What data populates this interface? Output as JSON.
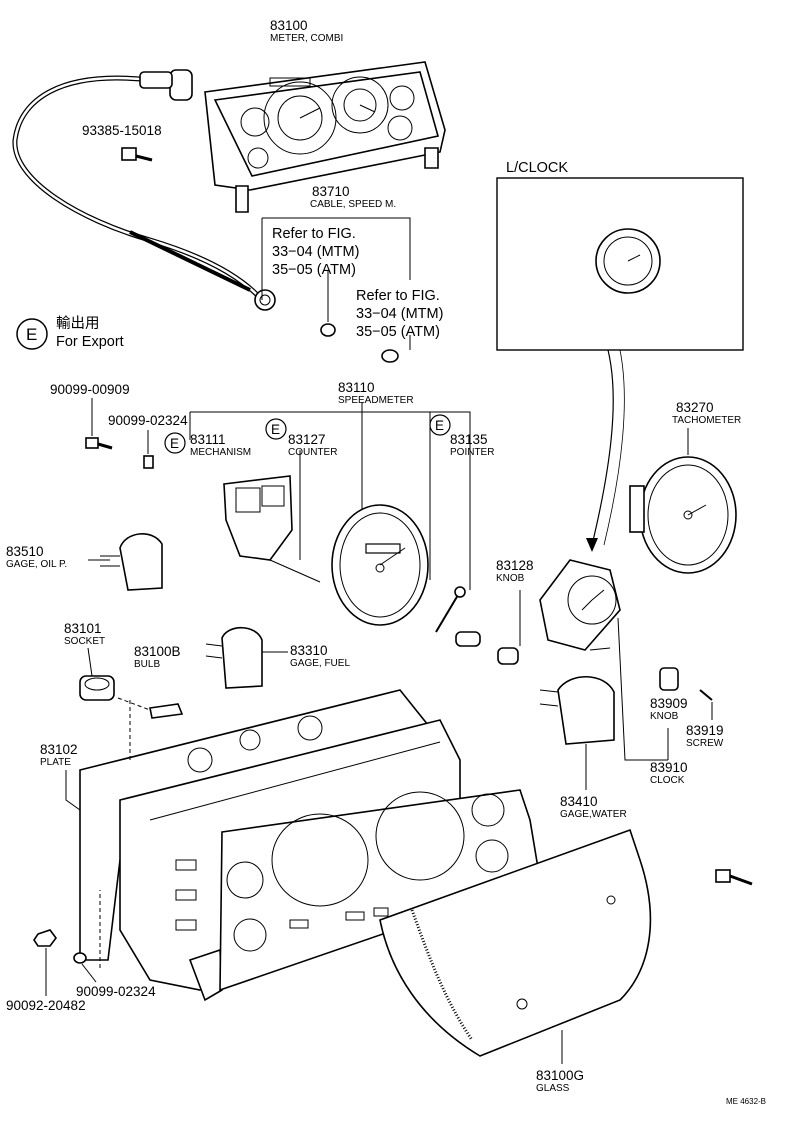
{
  "parts": [
    {
      "id": "meter-combi",
      "number": "83100",
      "name": "METER, COMBI"
    },
    {
      "id": "bolt-93385",
      "number": "93385-15018",
      "name": ""
    },
    {
      "id": "cable-speed",
      "number": "83710",
      "name": "CABLE, SPEED M."
    },
    {
      "id": "speedometer",
      "number": "83110",
      "name": "SPEEADMETER"
    },
    {
      "id": "mechanism",
      "number": "83111",
      "name": "MECHANISM"
    },
    {
      "id": "counter",
      "number": "83127",
      "name": "COUNTER"
    },
    {
      "id": "pointer",
      "number": "83135",
      "name": "POINTER"
    },
    {
      "id": "tachometer",
      "number": "83270",
      "name": "TACHOMETER"
    },
    {
      "id": "screw-90099-00909",
      "number": "90099-00909",
      "name": ""
    },
    {
      "id": "nut-90099-02324-top",
      "number": "90099-02324",
      "name": ""
    },
    {
      "id": "gage-oil",
      "number": "83510",
      "name": "GAGE, OIL P."
    },
    {
      "id": "socket",
      "number": "83101",
      "name": "SOCKET"
    },
    {
      "id": "bulb",
      "number": "83100B",
      "name": "BULB"
    },
    {
      "id": "gage-fuel",
      "number": "83310",
      "name": "GAGE, FUEL"
    },
    {
      "id": "knob-83128",
      "number": "83128",
      "name": "KNOB"
    },
    {
      "id": "plate",
      "number": "83102",
      "name": "PLATE"
    },
    {
      "id": "knob-83909",
      "number": "83909",
      "name": "KNOB"
    },
    {
      "id": "screw-83919",
      "number": "83919",
      "name": "SCREW"
    },
    {
      "id": "clock",
      "number": "83910",
      "name": "CLOCK"
    },
    {
      "id": "gage-water",
      "number": "83410",
      "name": "GAGE,WATER"
    },
    {
      "id": "glass",
      "number": "83100G",
      "name": "GLASS"
    },
    {
      "id": "nut-90092",
      "number": "90092-20482",
      "name": ""
    },
    {
      "id": "nut-90099-02324-bottom",
      "number": "90099-02324",
      "name": ""
    }
  ],
  "refs": [
    {
      "line1": "Refer to FIG.",
      "line2": "33−04 (MTM)",
      "line3": "35−05 (ATM)"
    },
    {
      "line1": "Refer to FIG.",
      "line2": "33−04 (MTM)",
      "line3": "35−05 (ATM)"
    }
  ],
  "export_marker": {
    "letter": "E",
    "cjk": "輸出用",
    "text": "For Export"
  },
  "clock_box_title": "L/CLOCK",
  "doc_code": "ME 4632-B"
}
